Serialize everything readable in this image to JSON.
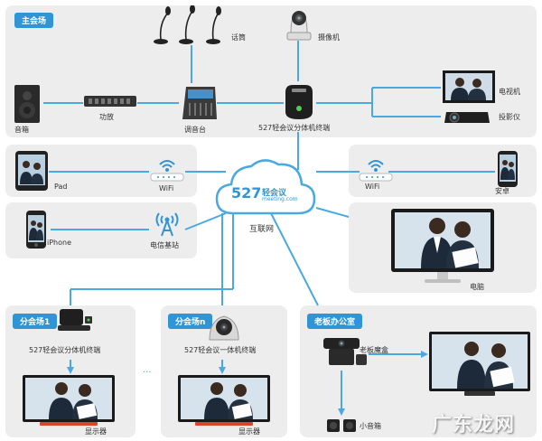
{
  "main_venue": {
    "tag": "主会场",
    "labels": {
      "mic": "话筒",
      "camera": "摄像机",
      "speaker": "音箱",
      "amp": "功放",
      "mixer": "调音台",
      "terminal": "527轻会议分体机终端",
      "tv": "电视机",
      "projector": "投影仪"
    }
  },
  "left_devices": {
    "pad": "Pad",
    "wifi_left": "WiFi",
    "iphone": "iPhone",
    "base_station": "电信基站"
  },
  "right_devices": {
    "wifi_right": "WiFi",
    "android": "安卓",
    "computer": "电脑"
  },
  "cloud": {
    "logo_number": "527",
    "logo_text": "轻会议",
    "logo_url": "meeting.com",
    "label": "互联网"
  },
  "branch1": {
    "tag": "分会场1",
    "terminal": "527轻会议分体机终端",
    "display": "显示器"
  },
  "branch_n": {
    "tag": "分会场n",
    "terminal": "527轻会议一体机终端",
    "display": "显示器"
  },
  "boss_office": {
    "tag": "老板办公室",
    "box": "老板魔盒",
    "speaker": "小音箱"
  },
  "ellipsis": "...",
  "watermark": "广东龙网",
  "colors": {
    "accent": "#2f95d6",
    "wire": "#49a9e0",
    "panel": "#ededed"
  }
}
